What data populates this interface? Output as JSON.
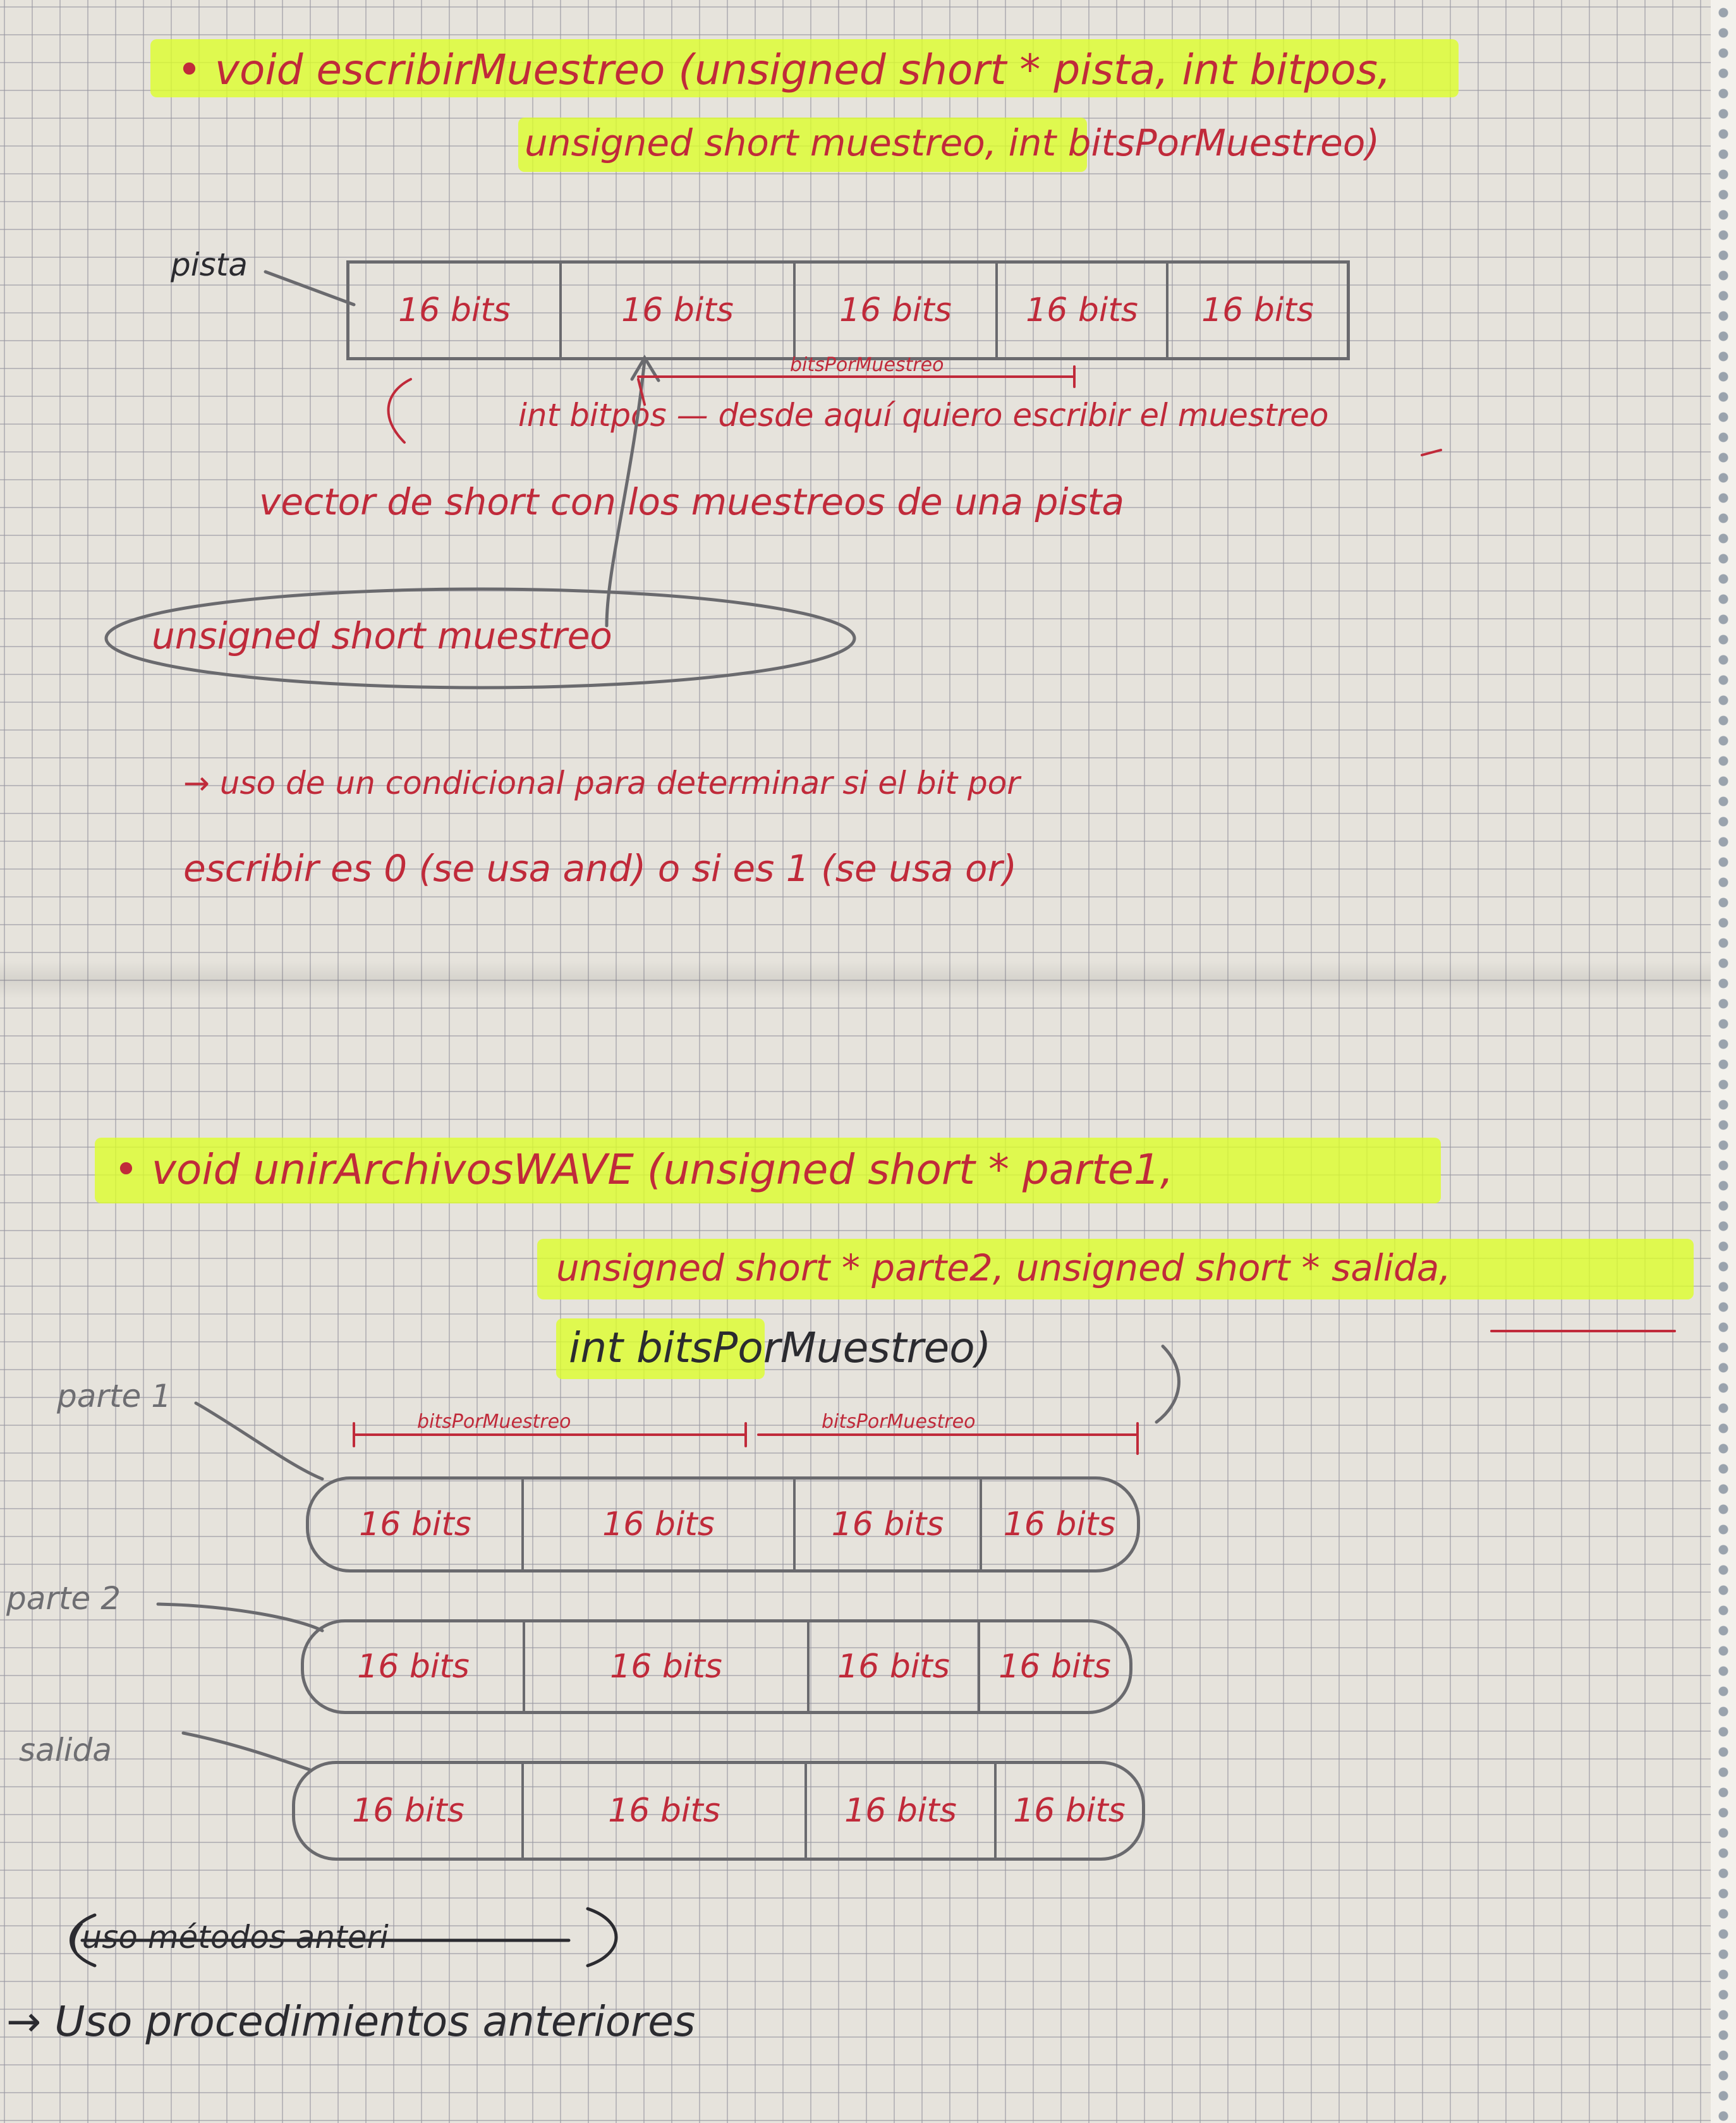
{
  "note1": {
    "line1": "• void escribirMuestreo (unsigned short * pista, int bitpos,",
    "line2": "unsigned short muestreo, int bitsPorMuestreo)",
    "pista_label": "pista",
    "cells": [
      "16 bits",
      "16 bits",
      "16 bits",
      "16 bits",
      "16 bits"
    ],
    "bitspormuestreo": "bitsPorMuestreo",
    "int_bitpos": "int bitpos — desde aquí quiero escribir el muestreo",
    "vector": "vector de short con los muestreos de una pista",
    "unsigned_muestreo": "unsigned short muestreo",
    "uso_line1": "→ uso de un condicional para determinar si el bit por",
    "uso_line2": "escribir es 0 (se usa and) o si es 1 (se usa or)"
  },
  "note2": {
    "line1": "• void unirArchivosWAVE (unsigned short * parte1,",
    "line2": "unsigned short * parte2, unsigned short * salida,",
    "line3": "int bitsPorMuestreo)",
    "dim1": "bitsPorMuestreo",
    "dim2": "bitsPorMuestreo",
    "parte1_label": "parte 1",
    "parte2_label": "parte 2",
    "salida_label": "salida",
    "parte1_cells": [
      "16 bits",
      "16 bits",
      "16 bits",
      "16 bits"
    ],
    "parte2_cells": [
      "16 bits",
      "16 bits",
      "16 bits",
      "16 bits"
    ],
    "salida_cells": [
      "16 bits",
      "16 bits",
      "16 bits",
      "16 bits"
    ],
    "crossed": "(uso métodos anteri",
    "final": "→ Uso procedimientos anteriores"
  },
  "colors": {
    "highlight": "#d8ff28",
    "red_ink": "#c02a3a",
    "dark_ink": "#2b2b30",
    "pencil": "#6e6e72",
    "paper": "#e6e3dc"
  }
}
